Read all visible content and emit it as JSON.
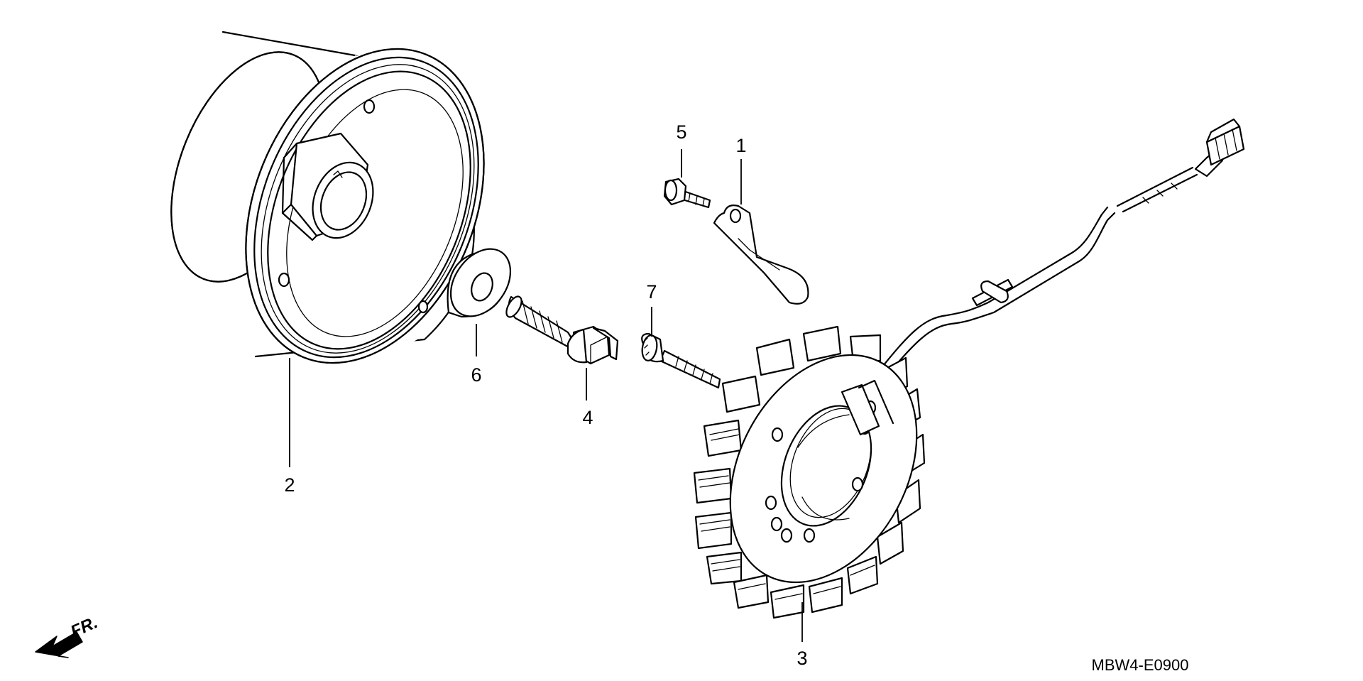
{
  "parts": [
    {
      "callout": "1"
    },
    {
      "callout": "2"
    },
    {
      "callout": "3"
    },
    {
      "callout": "4"
    },
    {
      "callout": "5"
    },
    {
      "callout": "6"
    },
    {
      "callout": "7"
    }
  ],
  "front_indicator": "FR.",
  "diagram_code": "MBW4-E0900"
}
